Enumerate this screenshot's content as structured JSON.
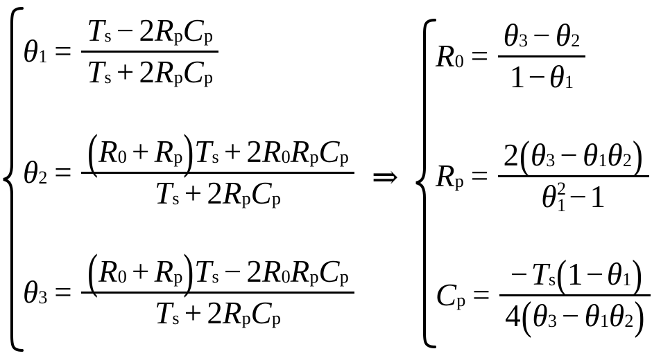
{
  "document": {
    "kind": "mathematical-equation-system",
    "background_color": "#ffffff",
    "text_color": "#000000",
    "relation_symbol": "⇒"
  },
  "left_system": {
    "brace": "{",
    "equations": [
      {
        "id": "theta1",
        "lhs_var": "θ",
        "lhs_sub": "1",
        "relation": "=",
        "numerator": "T_s − 2R_pC_p",
        "denominator": "T_s + 2R_pC_p",
        "tokens": {
          "num": {
            "t": "T",
            "t_sub": "s",
            "op1": "−",
            "two": "2",
            "r": "R",
            "r_sub": "p",
            "c": "C",
            "c_sub": "p"
          },
          "den": {
            "t": "T",
            "t_sub": "s",
            "op1": "+",
            "two": "2",
            "r": "R",
            "r_sub": "p",
            "c": "C",
            "c_sub": "p"
          }
        }
      },
      {
        "id": "theta2",
        "lhs_var": "θ",
        "lhs_sub": "2",
        "relation": "=",
        "numerator": "(R_0 + R_p)T_s + 2R_0R_pC_p",
        "denominator": "T_s + 2R_pC_p",
        "tokens": {
          "num": {
            "lparen": "(",
            "r0": "R",
            "r0_sub": "0",
            "plus": "+",
            "rp": "R",
            "rp_sub": "p",
            "rparen": ")",
            "t": "T",
            "t_sub": "s",
            "op": "+",
            "two": "2",
            "r0b": "R",
            "r0b_sub": "0",
            "rpb": "R",
            "rpb_sub": "p",
            "c": "C",
            "c_sub": "p"
          },
          "den": {
            "t": "T",
            "t_sub": "s",
            "op1": "+",
            "two": "2",
            "r": "R",
            "r_sub": "p",
            "c": "C",
            "c_sub": "p"
          }
        }
      },
      {
        "id": "theta3",
        "lhs_var": "θ",
        "lhs_sub": "3",
        "relation": "=",
        "numerator": "(R_0 + R_p)T_s − 2R_0R_pC_p",
        "denominator": "T_s + 2R_pC_p",
        "tokens": {
          "num": {
            "lparen": "(",
            "r0": "R",
            "r0_sub": "0",
            "plus": "+",
            "rp": "R",
            "rp_sub": "p",
            "rparen": ")",
            "t": "T",
            "t_sub": "s",
            "op": "−",
            "two": "2",
            "r0b": "R",
            "r0b_sub": "0",
            "rpb": "R",
            "rpb_sub": "p",
            "c": "C",
            "c_sub": "p"
          },
          "den": {
            "t": "T",
            "t_sub": "s",
            "op1": "+",
            "two": "2",
            "r": "R",
            "r_sub": "p",
            "c": "C",
            "c_sub": "p"
          }
        }
      }
    ]
  },
  "right_system": {
    "brace": "{",
    "equations": [
      {
        "id": "R0",
        "lhs_var": "R",
        "lhs_sub": "0",
        "relation": "=",
        "numerator": "θ_3 − θ_2",
        "denominator": "1 − θ_1",
        "tokens": {
          "num": {
            "th3": "θ",
            "th3_sub": "3",
            "op": "−",
            "th2": "θ",
            "th2_sub": "2"
          },
          "den": {
            "one": "1",
            "op": "−",
            "th1": "θ",
            "th1_sub": "1"
          }
        }
      },
      {
        "id": "Rp",
        "lhs_var": "R",
        "lhs_sub": "p",
        "relation": "=",
        "numerator": "2(θ_3 − θ_1θ_2)",
        "denominator": "θ_1² − 1",
        "tokens": {
          "num": {
            "two": "2",
            "lparen": "(",
            "th3": "θ",
            "th3_sub": "3",
            "op": "−",
            "th1": "θ",
            "th1_sub": "1",
            "th2": "θ",
            "th2_sub": "2",
            "rparen": ")"
          },
          "den": {
            "th1": "θ",
            "th1_sup": "2",
            "th1_sub": "1",
            "op": "−",
            "one": "1"
          }
        }
      },
      {
        "id": "Cp",
        "lhs_var": "C",
        "lhs_sub": "p",
        "relation": "=",
        "numerator": "−T_s(1 − θ_1)",
        "denominator": "4(θ_3 − θ_1θ_2)",
        "tokens": {
          "num": {
            "neg": "−",
            "t": "T",
            "t_sub": "s",
            "lparen": "(",
            "one": "1",
            "op": "−",
            "th1": "θ",
            "th1_sub": "1",
            "rparen": ")"
          },
          "den": {
            "four": "4",
            "lparen": "(",
            "th3": "θ",
            "th3_sub": "3",
            "op": "−",
            "th1": "θ",
            "th1_sub": "1",
            "th2": "θ",
            "th2_sub": "2",
            "rparen": ")"
          }
        }
      }
    ]
  }
}
